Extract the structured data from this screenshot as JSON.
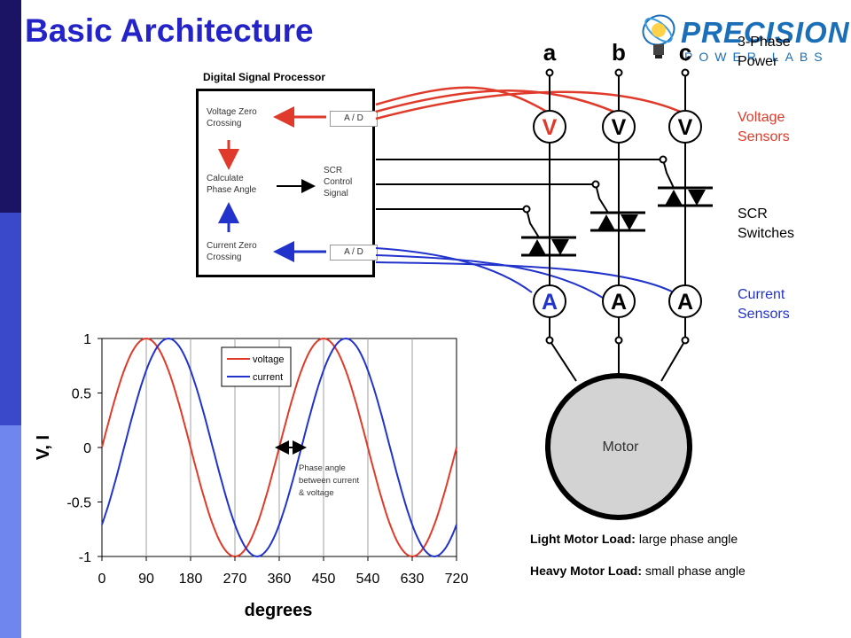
{
  "title": "Basic Architecture",
  "logo": {
    "main": "PRECISION",
    "sub": "POWER LABS"
  },
  "dsp": {
    "title": "Digital Signal Processor",
    "voltage_zero_crossing": [
      "Voltage Zero",
      "Crossing"
    ],
    "calculate_phase_angle": [
      "Calculate",
      "Phase Angle"
    ],
    "current_zero_crossing": [
      "Current  Zero",
      "Crossing"
    ],
    "scr_control_signal": [
      "SCR",
      "Control",
      "Signal"
    ],
    "ad_top": "A / D",
    "ad_bottom": "A / D"
  },
  "phases": [
    "a",
    "b",
    "c"
  ],
  "voltage_sensor_symbol": "V",
  "current_sensor_symbol": "A",
  "motor_label": "Motor",
  "right_labels": {
    "three_phase_power": [
      "3-Phase",
      "Power"
    ],
    "voltage_sensors": [
      "Voltage",
      "Sensors"
    ],
    "scr_switches": [
      "SCR",
      "Switches"
    ],
    "current_sensors": [
      "Current",
      "Sensors"
    ]
  },
  "notes": {
    "light_bold": "Light Motor Load:",
    "light_text": "large phase angle",
    "heavy_bold": "Heavy Motor Load:",
    "heavy_text": "small phase angle"
  },
  "colors": {
    "title": "#2323c8",
    "voltage": "#e03a2a",
    "current": "#2233cc",
    "motor": "#d3d3d3"
  },
  "chart_data": {
    "type": "line",
    "xlabel": "degrees",
    "ylabel": "V, I",
    "xlim": [
      0,
      720
    ],
    "ylim": [
      -1,
      1
    ],
    "x_ticks": [
      "0",
      "90",
      "180",
      "270",
      "360",
      "450",
      "540",
      "630",
      "720"
    ],
    "y_ticks": [
      "1",
      "0.5",
      "0",
      "-0.5",
      "-1"
    ],
    "grid": "vertical",
    "legend_placement": "top-right",
    "series": [
      {
        "name": "voltage",
        "color": "#e03a2a",
        "phase_deg": 0
      },
      {
        "name": "current",
        "color": "#2233cc",
        "phase_deg": -45
      }
    ],
    "annotation": [
      "Phase angle",
      "between current",
      "& voltage"
    ]
  }
}
